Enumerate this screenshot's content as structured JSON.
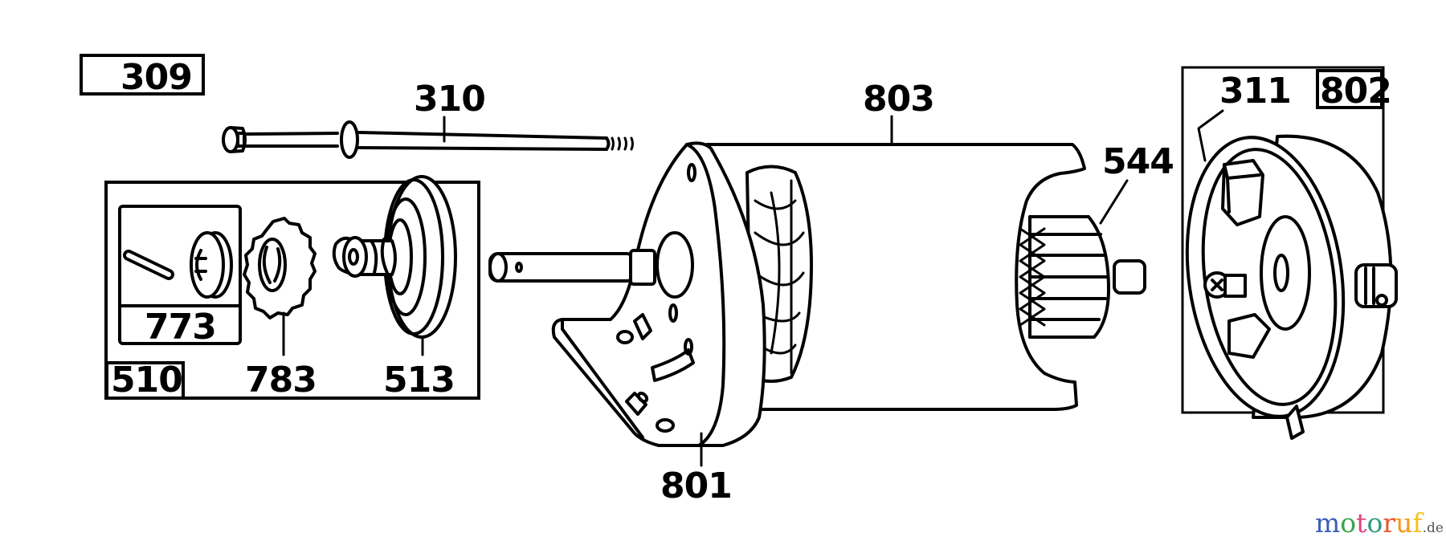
{
  "diagram": {
    "title": "Starter motor exploded parts diagram",
    "parts": [
      {
        "id": "309",
        "label": "309",
        "boxed": true
      },
      {
        "id": "310",
        "label": "310",
        "description": "through bolt"
      },
      {
        "id": "510",
        "label": "510",
        "boxed": true,
        "description": "drive kit group"
      },
      {
        "id": "773",
        "label": "773",
        "boxed": true,
        "description": "roll pin and retainer"
      },
      {
        "id": "783",
        "label": "783",
        "description": "pinion gear"
      },
      {
        "id": "513",
        "label": "513",
        "description": "helix drive"
      },
      {
        "id": "803",
        "label": "803",
        "description": "motor housing"
      },
      {
        "id": "801",
        "label": "801",
        "description": "drive end cap with mounting flange"
      },
      {
        "id": "544",
        "label": "544",
        "description": "armature / commutator"
      },
      {
        "id": "311",
        "label": "311",
        "description": "brush"
      },
      {
        "id": "802",
        "label": "802",
        "boxed": true,
        "description": "commutator end cap"
      }
    ]
  },
  "watermark": {
    "letters": [
      {
        "ch": "m",
        "color": "#3a5fb4"
      },
      {
        "ch": "o",
        "color": "#3aa34a"
      },
      {
        "ch": "t",
        "color": "#e0457b"
      },
      {
        "ch": "o",
        "color": "#2e9a84"
      },
      {
        "ch": "r",
        "color": "#e8582c"
      },
      {
        "ch": "u",
        "color": "#f29a1f"
      },
      {
        "ch": "f",
        "color": "#f2c21c"
      }
    ],
    "suffix": ".de"
  }
}
